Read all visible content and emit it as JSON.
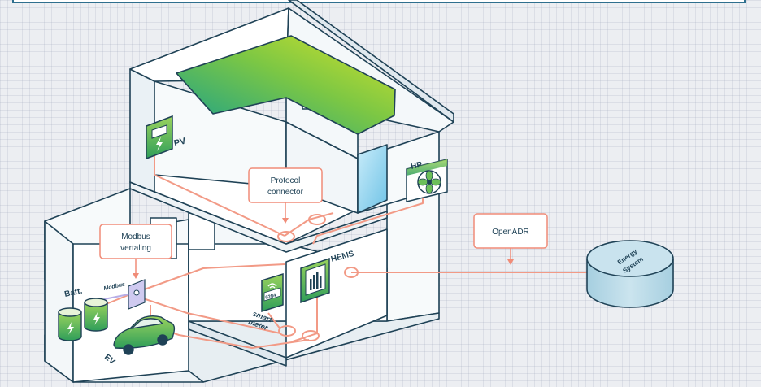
{
  "labels": {
    "pv": "PV",
    "hp": "HP",
    "hems": "HEMS",
    "batt": "Batt.",
    "ev": "EV",
    "modbus_small": "Modbus",
    "smart_meter_line1": "smart",
    "smart_meter_line2": "meter",
    "meter_code": "0284",
    "energy_system_line1": "Energy",
    "energy_system_line2": "System"
  },
  "callouts": {
    "protocol_line1": "Protocol",
    "protocol_line2": "connector",
    "modbus_line1": "Modbus",
    "modbus_line2": "vertaling",
    "openadr": "OpenADR"
  },
  "colors": {
    "outline": "#1f4256",
    "wire": "#f29a86",
    "callout_border": "#f08c78",
    "device_green": "#6cbf5a",
    "solar_dark": "#159e8e",
    "solar_light": "#cce02b",
    "cylinder": "#b9d9e6",
    "window_blue": "#8fd3ee"
  }
}
